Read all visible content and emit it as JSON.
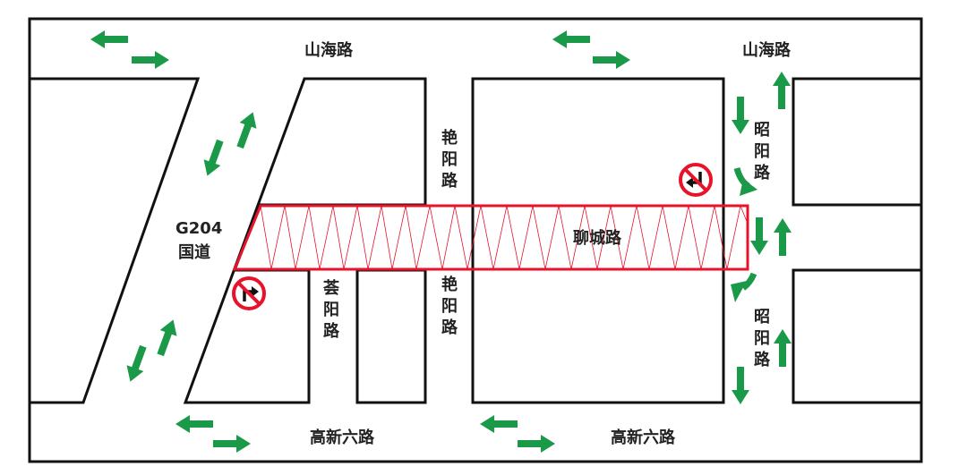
{
  "map": {
    "roads": {
      "shanhai_left": "山海路",
      "shanhai_right": "山海路",
      "g204_line1": "G204",
      "g204_line2": "国道",
      "yanyang_upper": "艳阳路",
      "yanyang_lower": "艳阳路",
      "huiyang": "荟阳路",
      "zhaoyang_upper": "昭阳路",
      "zhaoyang_lower": "昭阳路",
      "liaocheng": "聊城路",
      "gaoxinliu_left": "高新六路",
      "gaoxinliu_right": "高新六路"
    },
    "signs": [
      {
        "name": "no-right-turn-sign",
        "meaning": "no right turn"
      },
      {
        "name": "no-left-turn-sign",
        "meaning": "no left turn"
      }
    ],
    "colors": {
      "arrow": "#1a9a48",
      "closure": "#e8132b",
      "outline": "#111111",
      "label": "#222222"
    }
  }
}
